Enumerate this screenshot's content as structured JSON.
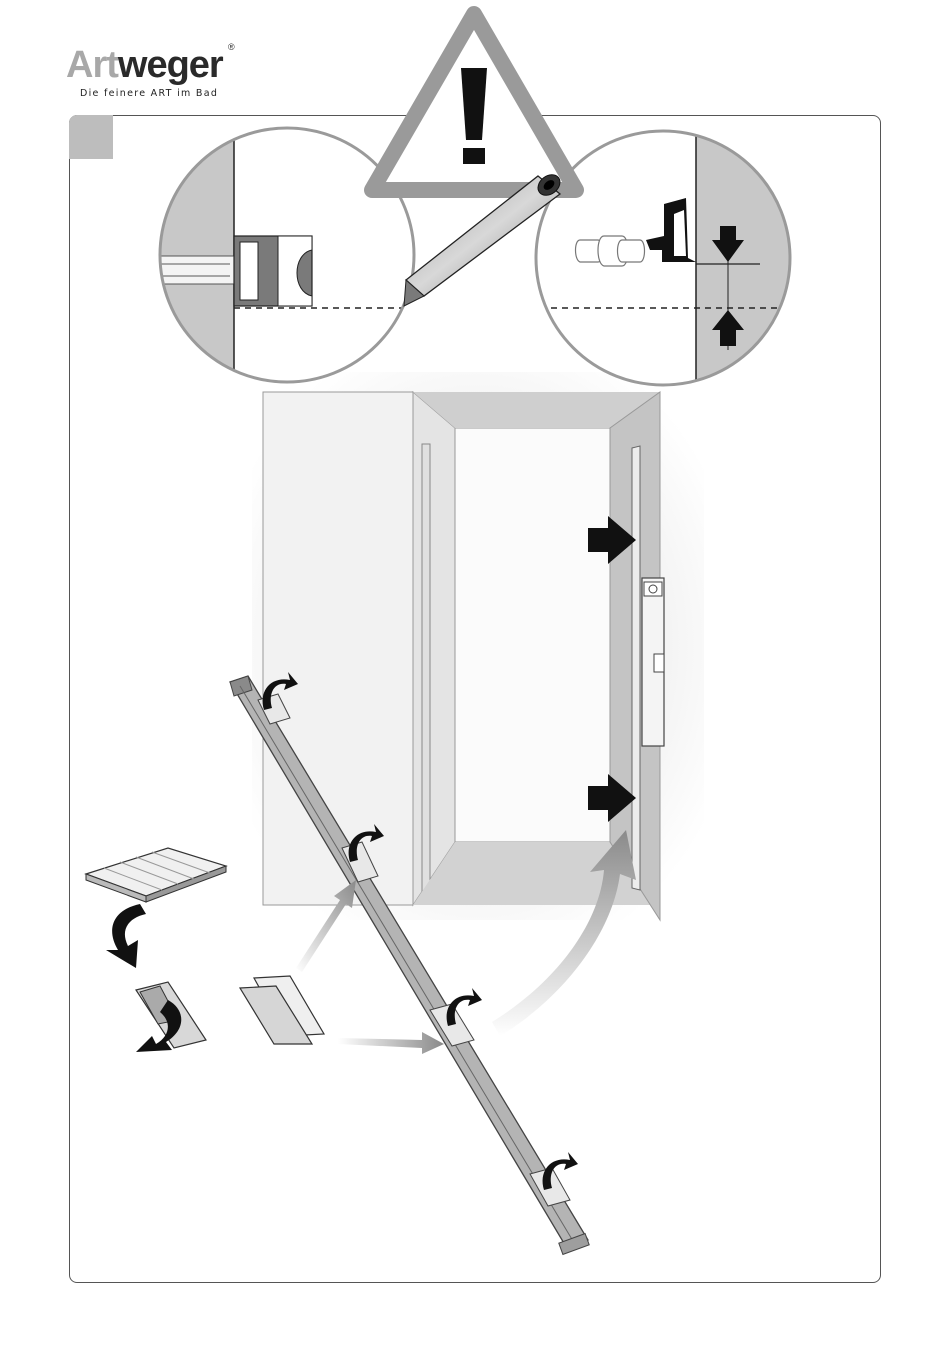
{
  "logo": {
    "brand_part1": "Art",
    "brand_part2": "weger",
    "registered_mark": "®",
    "tagline": "Die feinere ART im Bad"
  },
  "colors": {
    "frame_border": "#555555",
    "step_tab": "#bdbdbd",
    "wall_gray": "#c8c8c8",
    "profile_gray": "#b4b4b4",
    "arrow_black": "#111111"
  },
  "icons": [
    "warning-triangle-icon",
    "pencil-icon",
    "arrow-icon",
    "spirit-level-icon",
    "adhesive-tape-icon"
  ]
}
